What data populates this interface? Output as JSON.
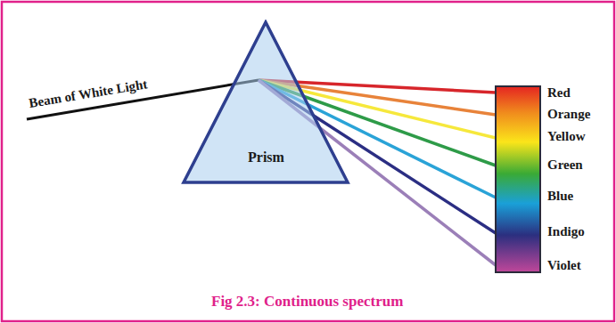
{
  "diagram": {
    "caption": "Fig 2.3: Continuous spectrum",
    "nodes": [
      {
        "text": [
          "Prism"
        ]
      }
    ],
    "labels": [
      "Beam of White Light",
      "Red",
      "Orange",
      "Yellow",
      "Green",
      "Blue",
      "Indigo",
      "Violet"
    ]
  }
}
